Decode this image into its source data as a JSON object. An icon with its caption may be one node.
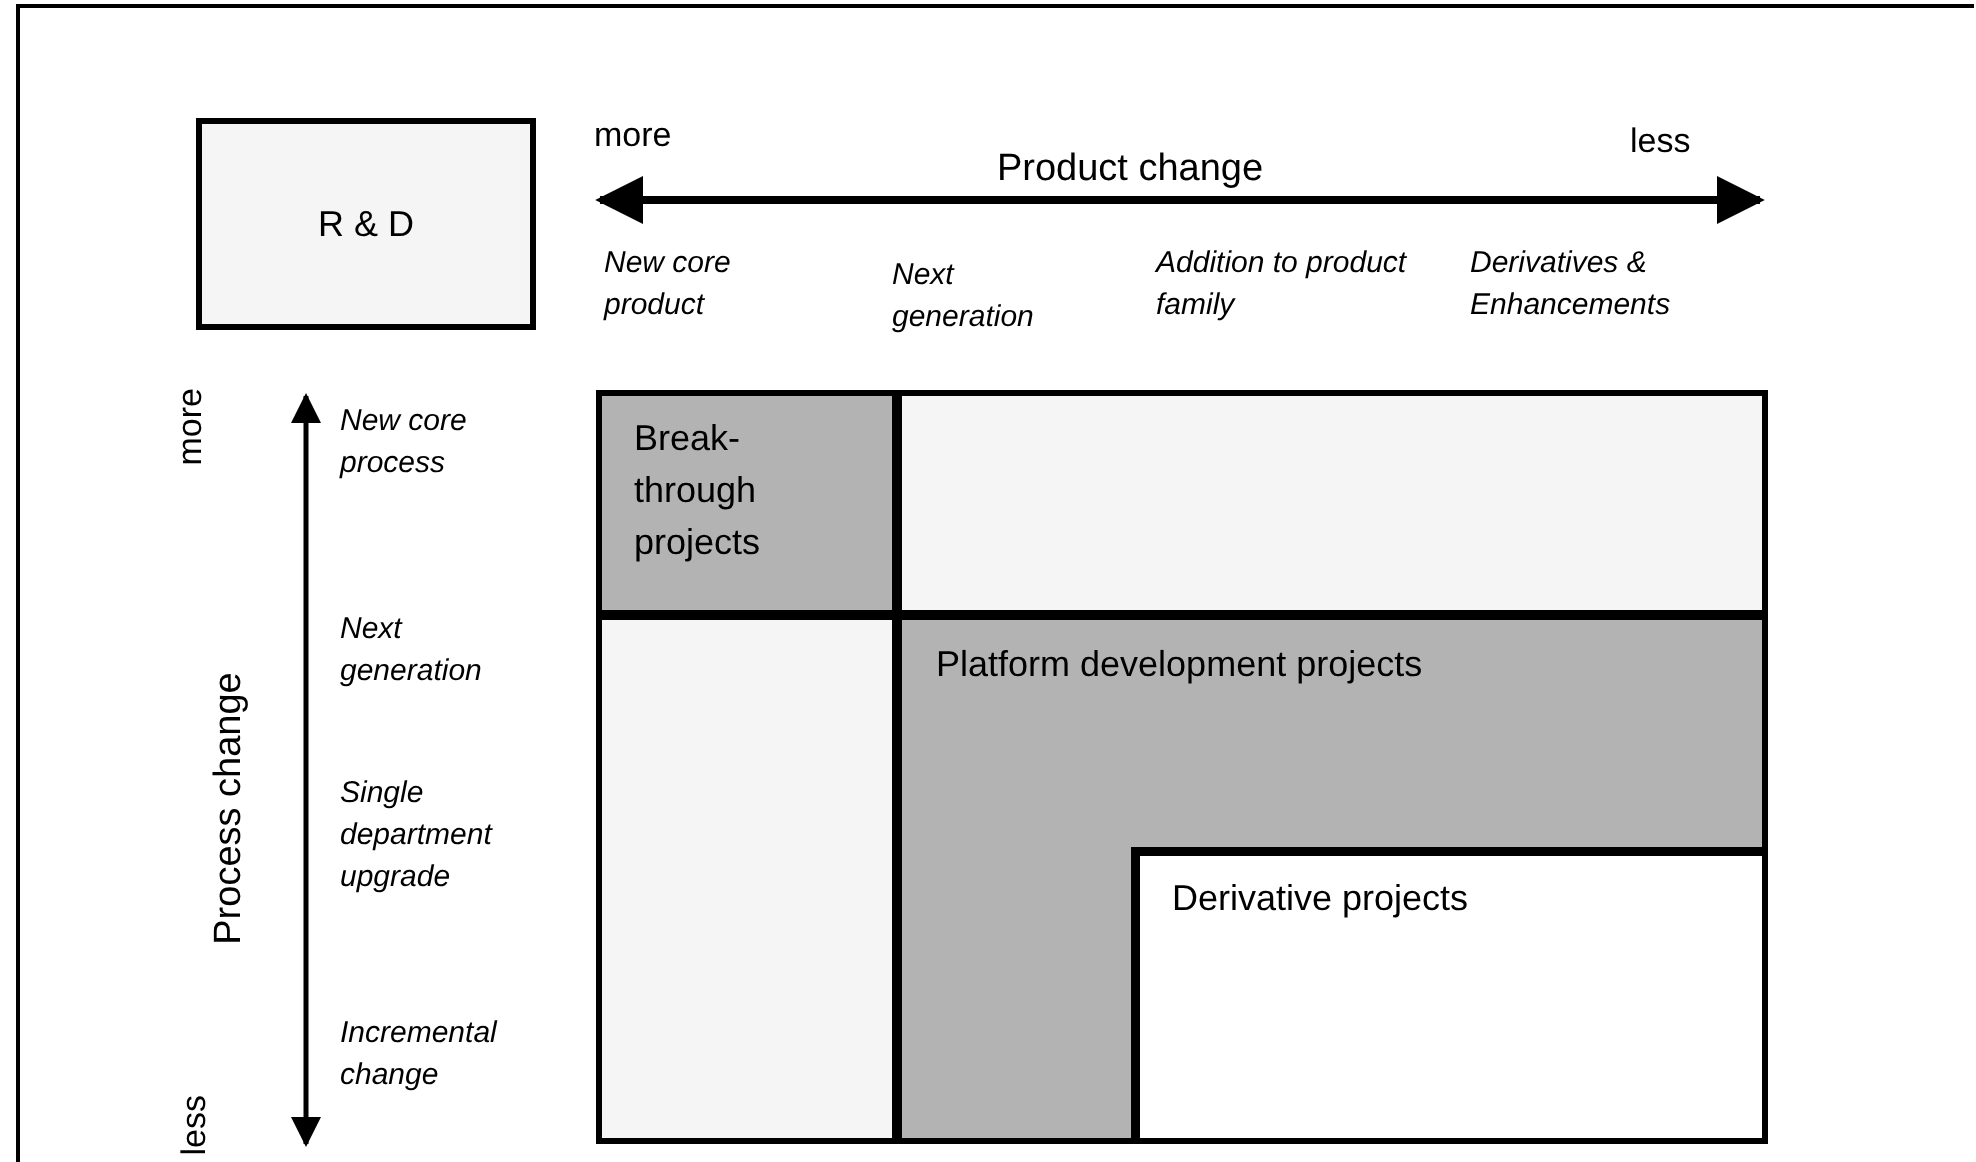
{
  "diagram": {
    "nodes": [
      {
        "text": [
          "R & D"
        ]
      },
      {
        "text": [
          "Break-through projects"
        ]
      },
      {
        "text": [],
        "shape": "box"
      },
      {
        "text": [],
        "shape": "box"
      },
      {
        "text": [
          "Platform development projects"
        ]
      },
      {
        "text": [
          "Derivative projects"
        ]
      }
    ],
    "edges": [],
    "labels": [
      "more",
      "Product change",
      "less",
      "New core product",
      "Next generation",
      "Addition to product family",
      "Derivatives & Enhancements",
      "more",
      "New core process",
      "Process change",
      "Next generation",
      "Single department upgrade",
      "less",
      "Incremental change"
    ]
  }
}
